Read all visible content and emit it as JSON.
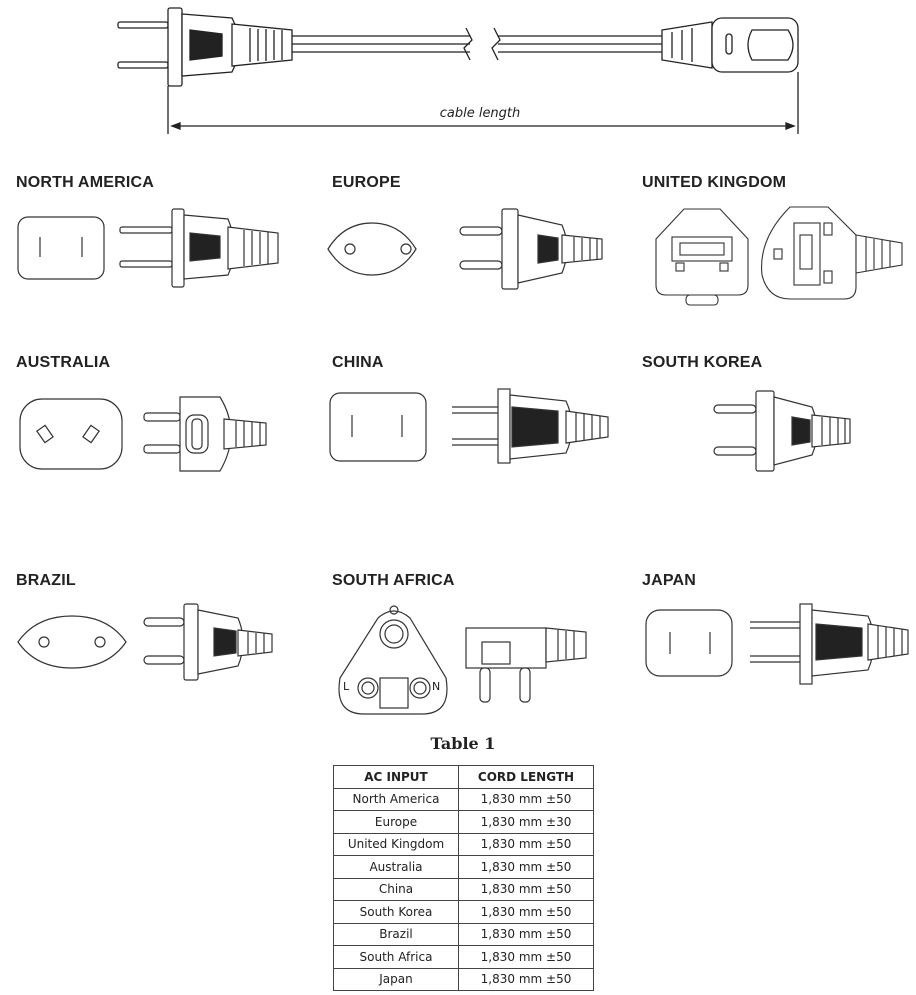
{
  "diagram": {
    "cable_length_label": "cable length"
  },
  "regions": [
    {
      "name": "NORTH AMERICA"
    },
    {
      "name": "EUROPE"
    },
    {
      "name": "UNITED KINGDOM"
    },
    {
      "name": "AUSTRALIA"
    },
    {
      "name": "CHINA"
    },
    {
      "name": "SOUTH KOREA"
    },
    {
      "name": "BRAZIL"
    },
    {
      "name": "SOUTH AFRICA"
    },
    {
      "name": "JAPAN"
    }
  ],
  "south_africa_markings": {
    "left": "L",
    "right": "N"
  },
  "table": {
    "caption": "Table 1",
    "headers": [
      "AC INPUT",
      "CORD LENGTH"
    ],
    "rows": [
      [
        "North America",
        "1,830 mm ±50"
      ],
      [
        "Europe",
        "1,830 mm ±30"
      ],
      [
        "United Kingdom",
        "1,830 mm ±50"
      ],
      [
        "Australia",
        "1,830 mm ±50"
      ],
      [
        "China",
        "1,830 mm ±50"
      ],
      [
        "South Korea",
        "1,830 mm ±50"
      ],
      [
        "Brazil",
        "1,830 mm ±50"
      ],
      [
        "South Africa",
        "1,830 mm ±50"
      ],
      [
        "Japan",
        "1,830 mm ±50"
      ]
    ]
  }
}
